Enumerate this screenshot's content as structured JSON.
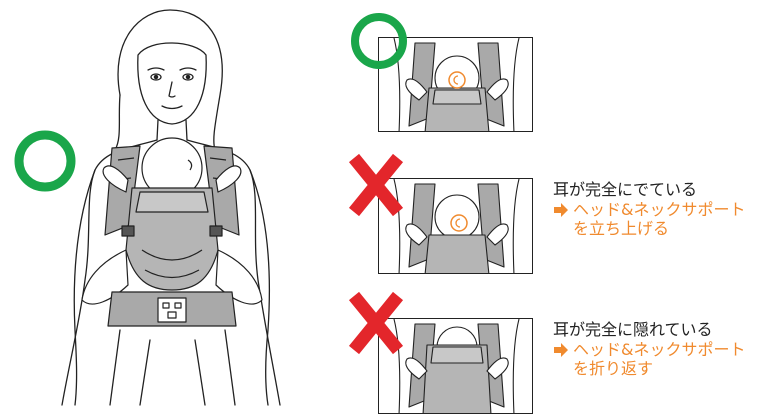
{
  "colors": {
    "ok_green": "#1aa64a",
    "ng_red": "#e3262b",
    "accent_orange": "#f08a2e",
    "carrier_gray": "#a9a9a9",
    "line": "#222222"
  },
  "figure": {
    "main_mark": "correct-circle-icon",
    "panels": [
      {
        "mark": "correct-circle-icon"
      },
      {
        "mark": "wrong-x-icon"
      },
      {
        "mark": "wrong-x-icon"
      }
    ]
  },
  "captions": [
    {
      "main": "耳が完全にでている",
      "fix_icon": "orange-arrow-icon",
      "fix_line1": "ヘッド&ネックサポート",
      "fix_line2": "を立ち上げる"
    },
    {
      "main": "耳が完全に隠れている",
      "fix_icon": "orange-arrow-icon",
      "fix_line1": "ヘッド&ネックサポート",
      "fix_line2": "を折り返す"
    }
  ]
}
